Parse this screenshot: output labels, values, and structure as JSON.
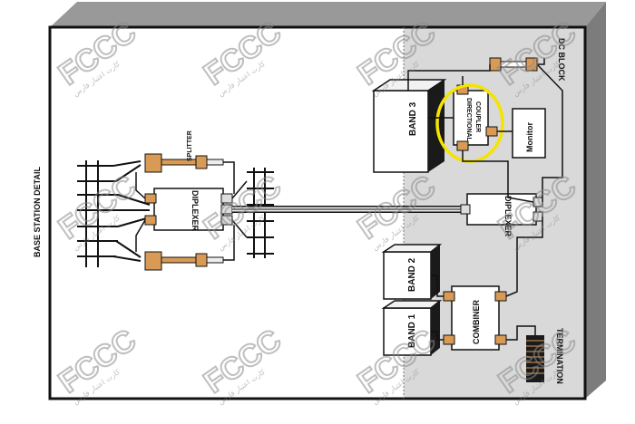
{
  "labels": {
    "base_station_detail": "BASE STATION DETAIL",
    "splitter": "SPLITTER",
    "diplexer_left": "DIPLEXER",
    "diplexer_right": "DIPLEXER",
    "band3": "BAND 3",
    "band2": "BAND 2",
    "band1": "BAND 1",
    "directional_coupler_line1": "DIRECTIONAL",
    "directional_coupler_line2": "COUPLER",
    "monitor": "Monitor",
    "dc_block": "DC BLOCK",
    "combiner": "COMBINER",
    "termination": "TERMINATION"
  },
  "watermark": {
    "logo_text": "FCCC",
    "tagline": "کارت اعتبار فارس"
  },
  "colors": {
    "cabinet_left_fill": "#ffffff",
    "cabinet_right_fill": "#d9d9d9",
    "cabinet_top": "#999999",
    "cabinet_side": "#7c7c7c",
    "connector_orange": "#d99a55",
    "highlight_circle": "#f5e300",
    "watermark": "#8a8a8a"
  }
}
